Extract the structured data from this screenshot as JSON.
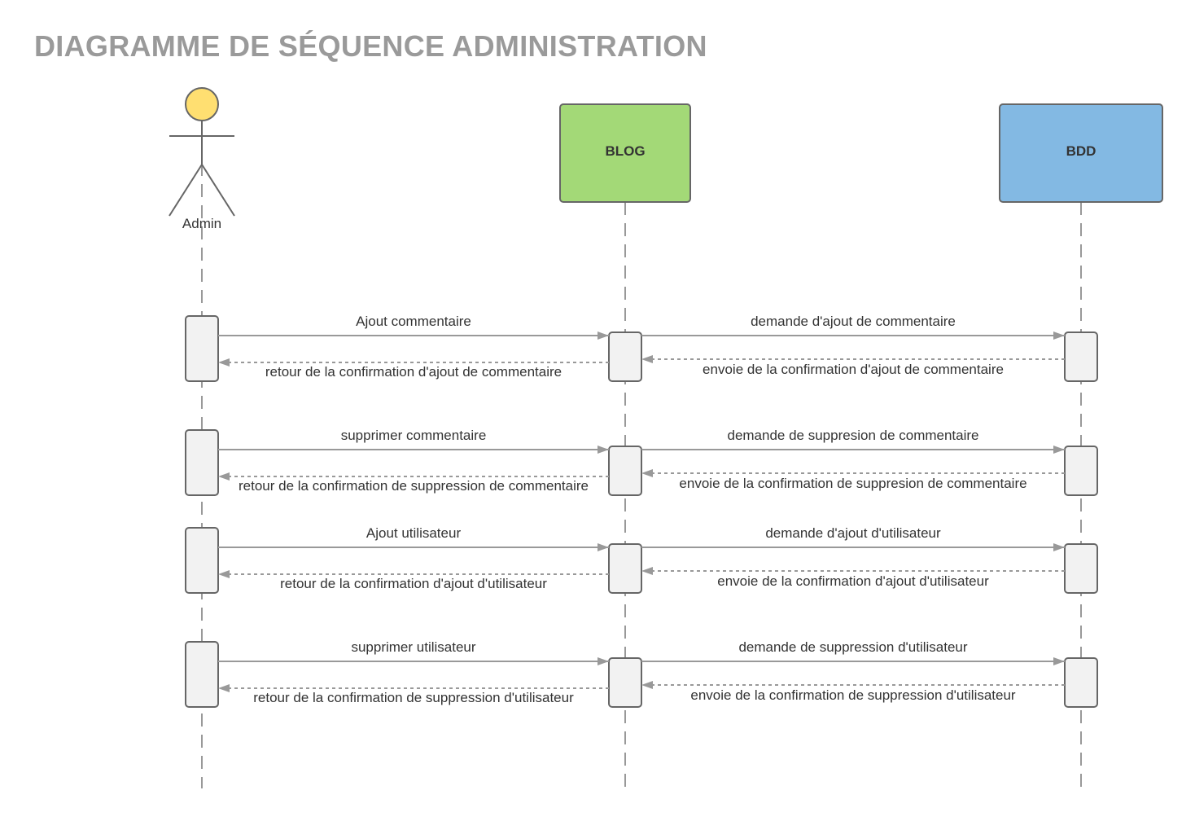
{
  "title": "DIAGRAMME DE SÉQUENCE ADMINISTRATION",
  "colors": {
    "actor_head": "#ffdf71",
    "blog": "#a3d977",
    "bdd": "#83b9e3",
    "activation": "#f2f2f2",
    "line": "#999999",
    "stroke": "#666666"
  },
  "participants": {
    "admin": {
      "label": "Admin",
      "kind": "actor"
    },
    "blog": {
      "label": "BLOG",
      "kind": "box"
    },
    "bdd": {
      "label": "BDD",
      "kind": "box"
    }
  },
  "interactions": [
    {
      "request": "Ajout commentaire",
      "forward": "demande d'ajout de commentaire",
      "db_reply": "envoie de la confirmation d'ajout de commentaire",
      "reply": "retour de la confirmation  d'ajout de commentaire"
    },
    {
      "request": "supprimer commentaire",
      "forward": "demande de suppresion de commentaire",
      "db_reply": "envoie de la confirmation de suppresion de commentaire",
      "reply": "retour de la confirmation  de suppression de commentaire"
    },
    {
      "request": "Ajout utilisateur",
      "forward": "demande d'ajout d'utilisateur",
      "db_reply": "envoie de la confirmation d'ajout d'utilisateur",
      "reply": "retour de la confirmation  d'ajout d'utilisateur"
    },
    {
      "request": "supprimer utilisateur",
      "forward": "demande de suppression d'utilisateur",
      "db_reply": "envoie de la confirmation de suppression d'utilisateur",
      "reply": "retour de la confirmation  de suppression d'utilisateur"
    }
  ]
}
